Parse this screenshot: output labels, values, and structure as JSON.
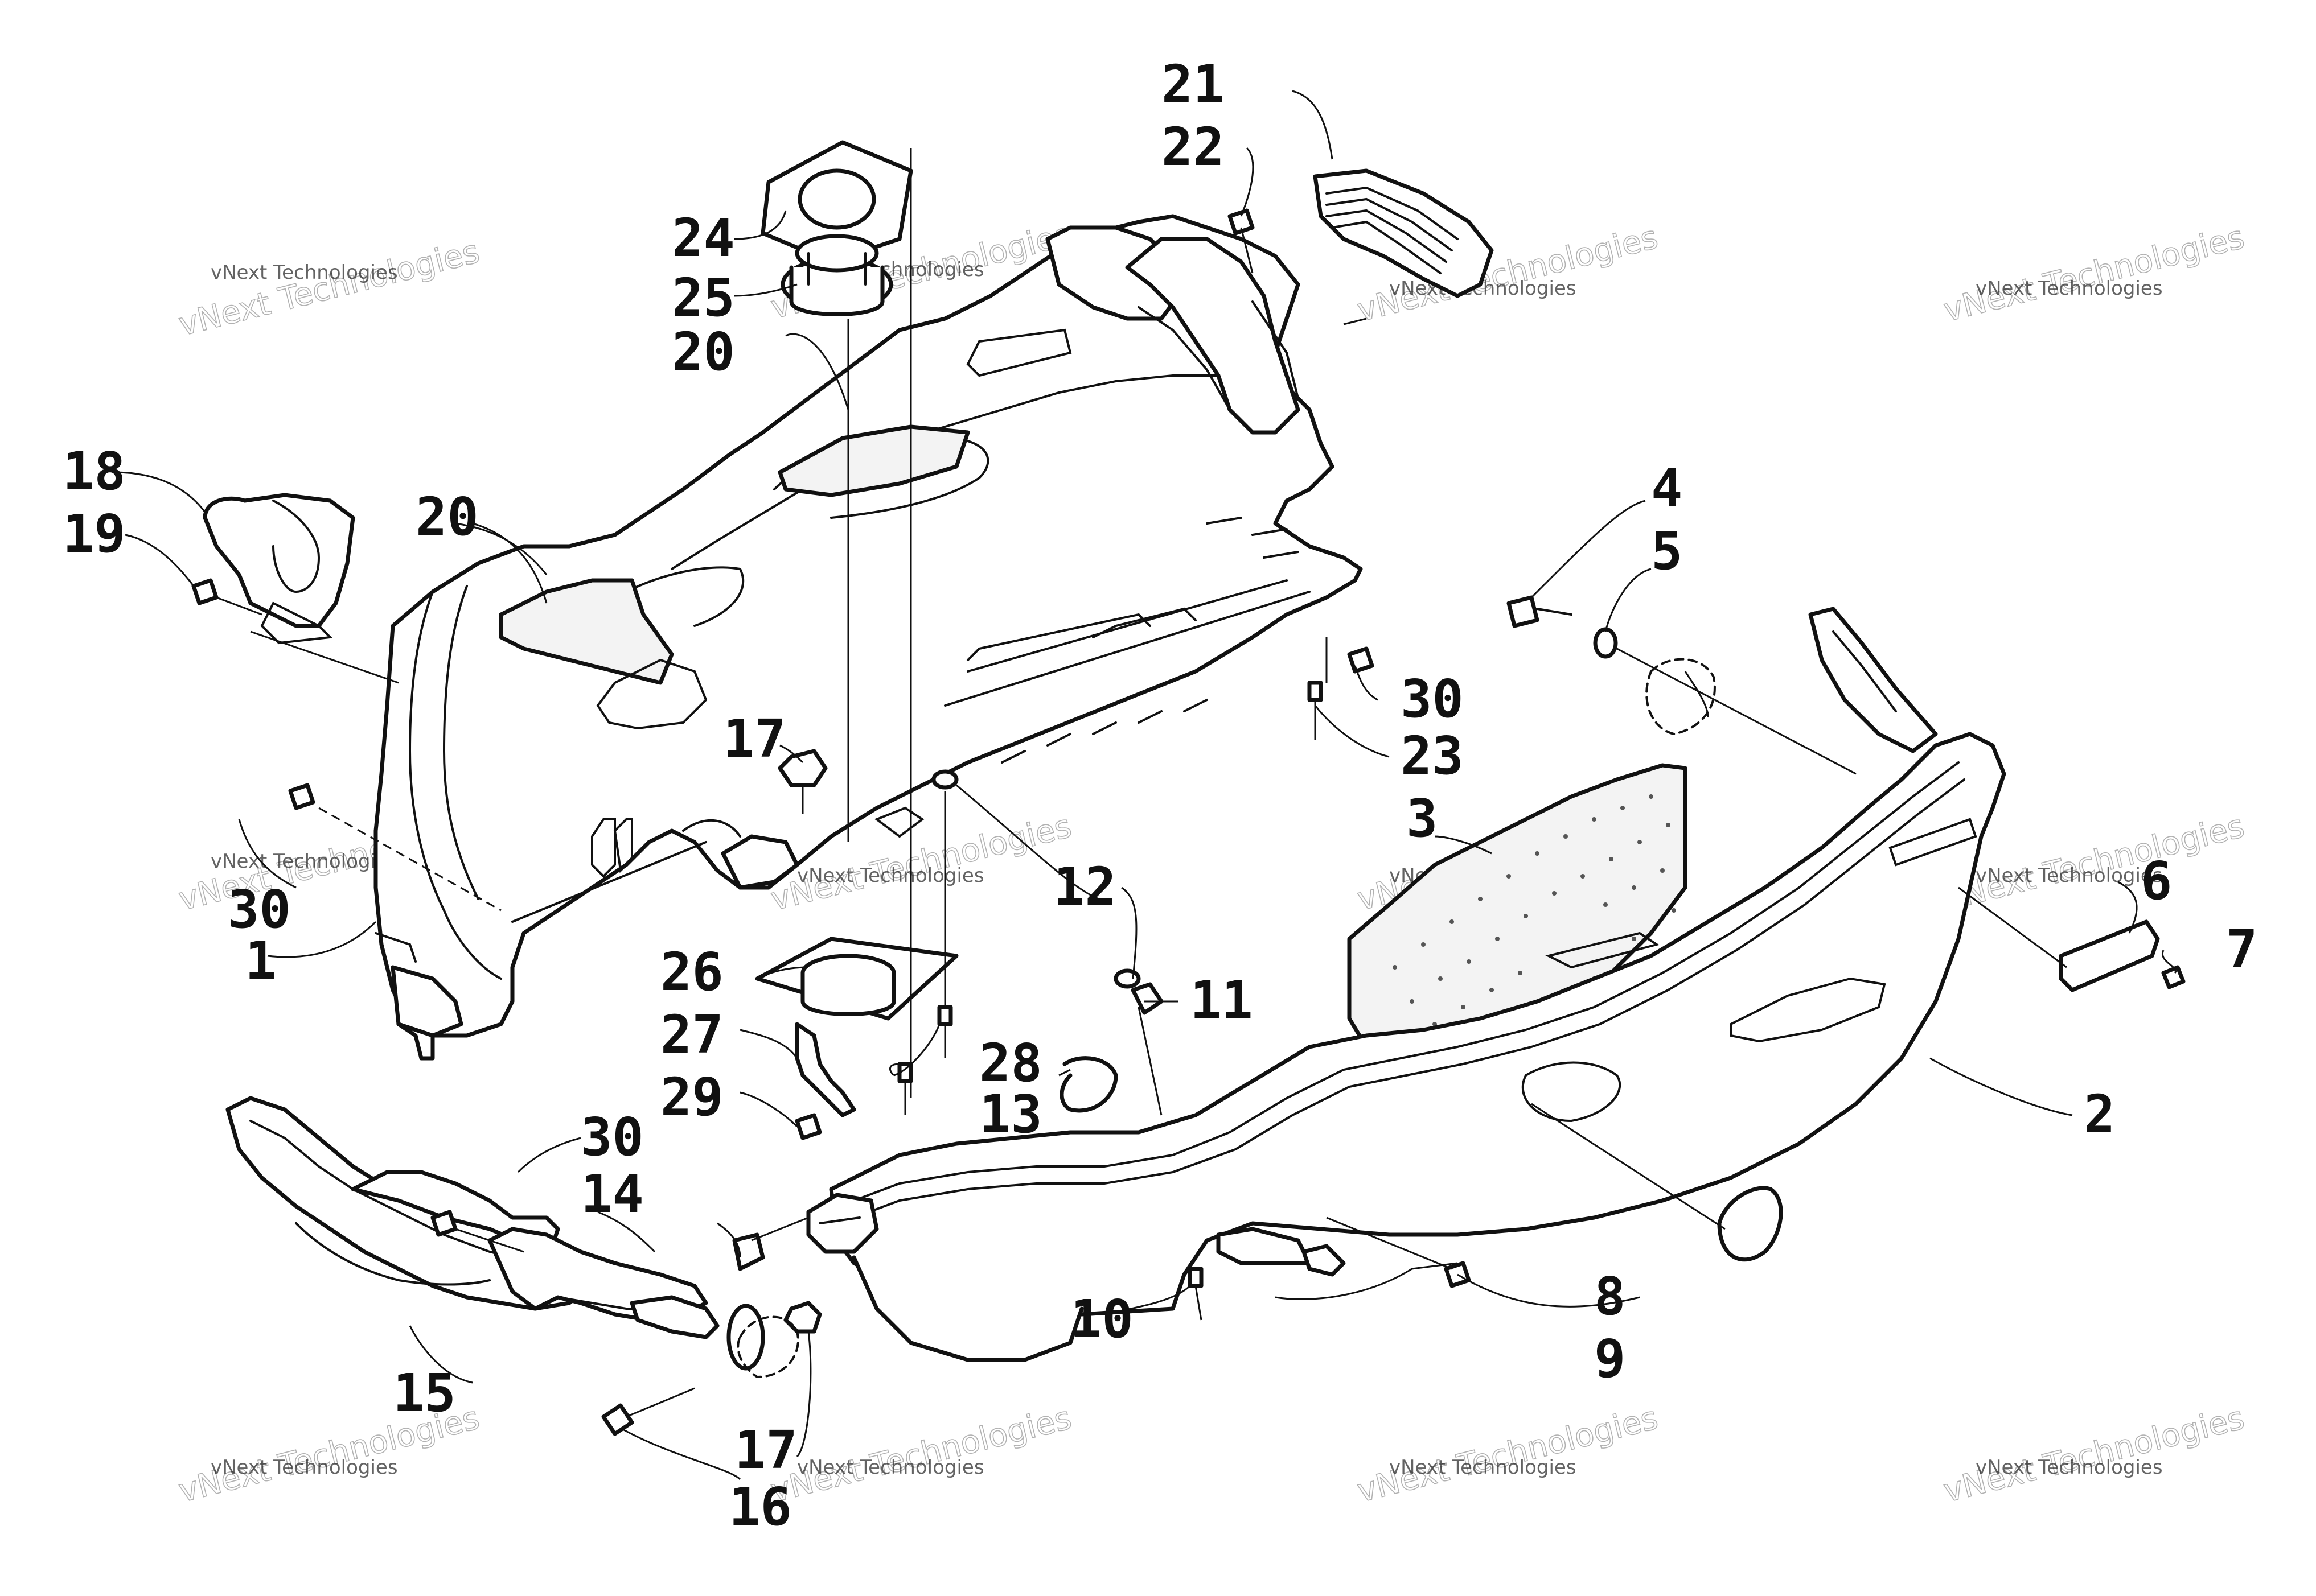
{
  "callouts": {
    "c1": "1",
    "c2": "2",
    "c3": "3",
    "c4": "4",
    "c5": "5",
    "c6": "6",
    "c7": "7",
    "c8": "8",
    "c9": "9",
    "c10": "10",
    "c11": "11",
    "c12": "12",
    "c13": "13",
    "c14": "14",
    "c15": "15",
    "c16": "16",
    "c17a": "17",
    "c17b": "17",
    "c18": "18",
    "c19": "19",
    "c20a": "20",
    "c20b": "20",
    "c21": "21",
    "c22": "22",
    "c23": "23",
    "c24": "24",
    "c25": "25",
    "c26": "26",
    "c27": "27",
    "c28": "28",
    "c29": "29",
    "c30a": "30",
    "c30b": "30",
    "c30c": "30"
  },
  "watermark": {
    "line1": "vNext Technologies",
    "line2": "vNext Technologies"
  },
  "colors": {
    "ink": "#111111",
    "background": "#ffffff"
  }
}
